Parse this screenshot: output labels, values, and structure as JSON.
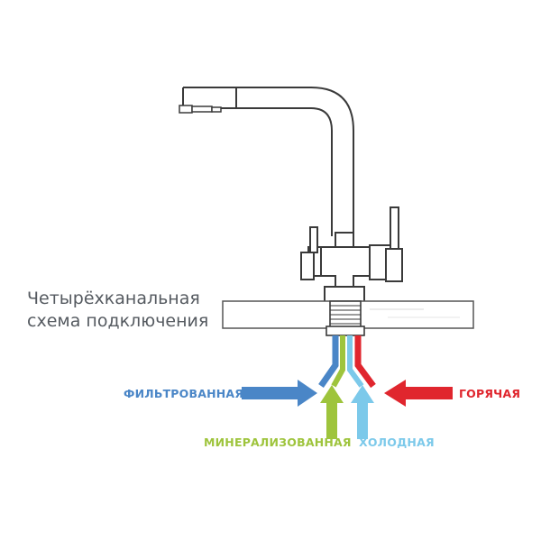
{
  "caption": {
    "line1": "Четырёхканальная",
    "line2": "схема подключения"
  },
  "labels": {
    "filtered": "ФИЛЬТРОВАННАЯ",
    "hot": "ГОРЯЧАЯ",
    "mineralized": "МИНЕРАЛИЗОВАННАЯ",
    "cold": "ХОЛОДНАЯ"
  },
  "colors": {
    "filtered": "#4a86c7",
    "hot": "#e0262e",
    "mineralized": "#9ec43c",
    "cold": "#7cc9ea",
    "outline": "#3a3a3a",
    "caption": "#555a60"
  }
}
